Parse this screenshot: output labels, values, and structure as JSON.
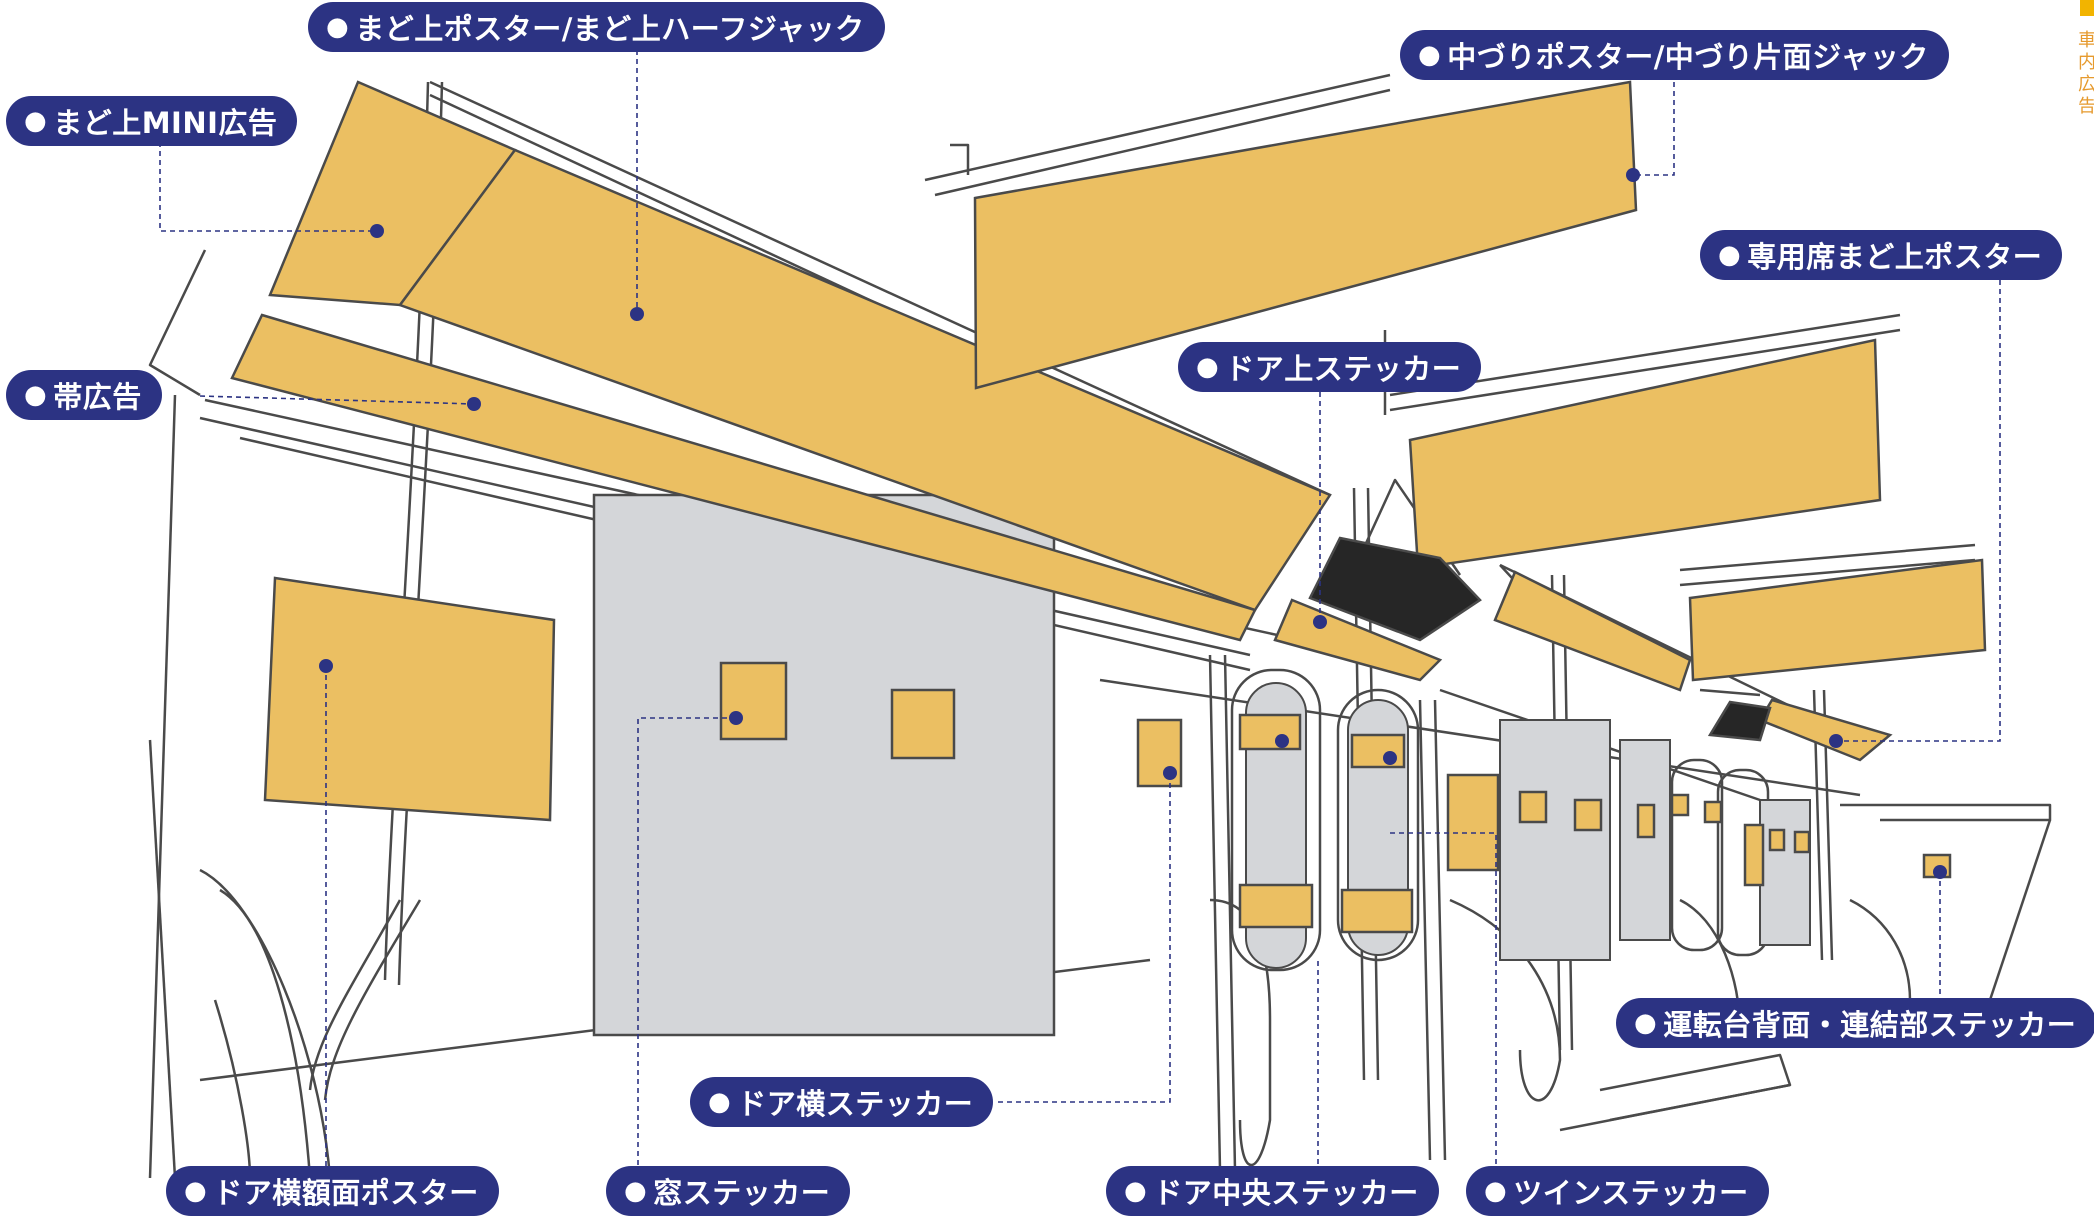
{
  "colors": {
    "ad_area": "#ebbf62",
    "label_bg": "#2c3383",
    "label_text": "#ffffff",
    "outline": "#4a4a4a",
    "window": "#d4d6d9",
    "dark_window": "#262626",
    "leader": "#2c3383",
    "edge_accent": "#e69a2e"
  },
  "diagram": {
    "labels": [
      {
        "id": "madoue-poster",
        "bullet": "●",
        "text": "まど上ポスター/まど上ハーフジャック"
      },
      {
        "id": "nakazuri-poster",
        "bullet": "●",
        "text": "中づりポスター/中づり片面ジャック"
      },
      {
        "id": "madoue-mini",
        "bullet": "●",
        "text": "まど上MINI広告"
      },
      {
        "id": "senyouseki-poster",
        "bullet": "●",
        "text": "専用席まど上ポスター"
      },
      {
        "id": "obi-kokoku",
        "bullet": "●",
        "text": "帯広告"
      },
      {
        "id": "door-top-sticker",
        "bullet": "●",
        "text": "ドア上ステッカー"
      },
      {
        "id": "unten-sticker",
        "bullet": "●",
        "text": "運転台背面・連結部ステッカー"
      },
      {
        "id": "door-side-sticker",
        "bullet": "●",
        "text": "ドア横ステッカー"
      },
      {
        "id": "door-frame-poster",
        "bullet": "●",
        "text": "ドア横額面ポスター"
      },
      {
        "id": "window-sticker",
        "bullet": "●",
        "text": "窓ステッカー"
      },
      {
        "id": "door-center-sticker",
        "bullet": "●",
        "text": "ドア中央ステッカー"
      },
      {
        "id": "twin-sticker",
        "bullet": "●",
        "text": "ツインステッカー"
      }
    ]
  },
  "edge_text": "車内広告"
}
